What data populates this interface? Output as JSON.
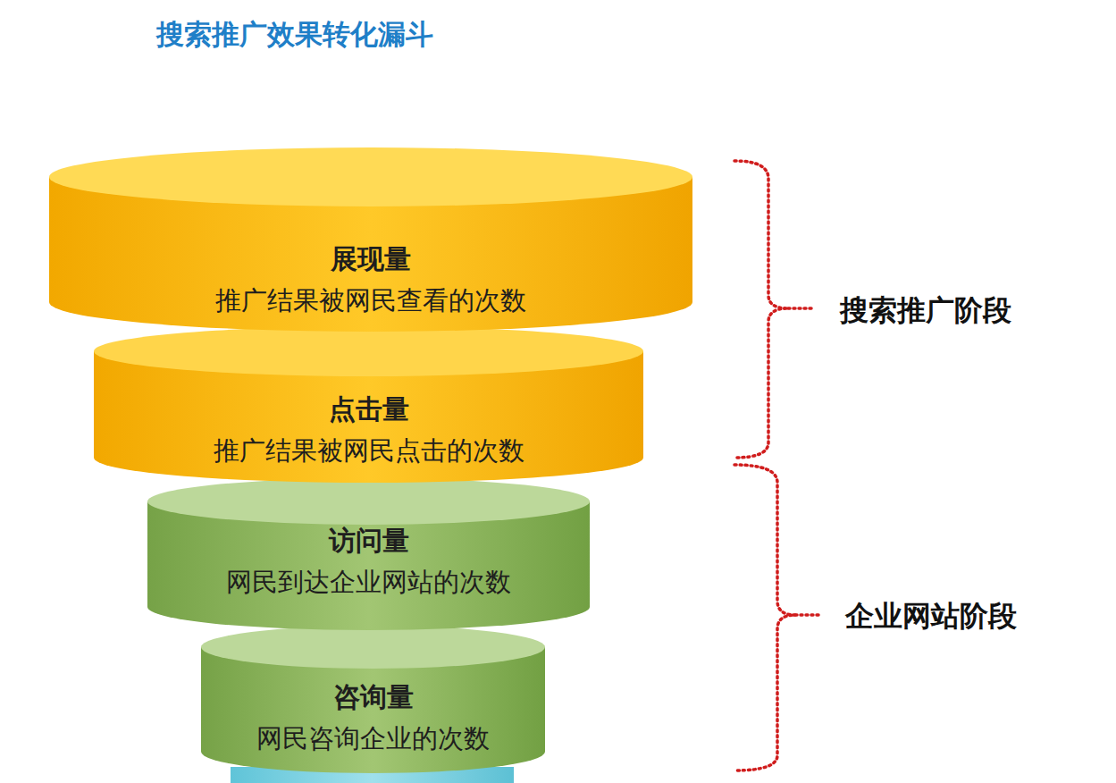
{
  "diagram": {
    "title": "搜索推广效果转化漏斗",
    "nodes": [
      {
        "text": [
          "展现量",
          "推广结果被网民查看的次数"
        ]
      },
      {
        "text": [
          "点击量",
          "推广结果被网民点击的次数"
        ]
      },
      {
        "text": [
          "访问量",
          "网民到达企业网站的次数"
        ]
      },
      {
        "text": [
          "咨询量",
          "网民咨询企业的次数"
        ]
      }
    ],
    "labels": [
      "搜索推广阶段",
      "企业网站阶段"
    ]
  }
}
